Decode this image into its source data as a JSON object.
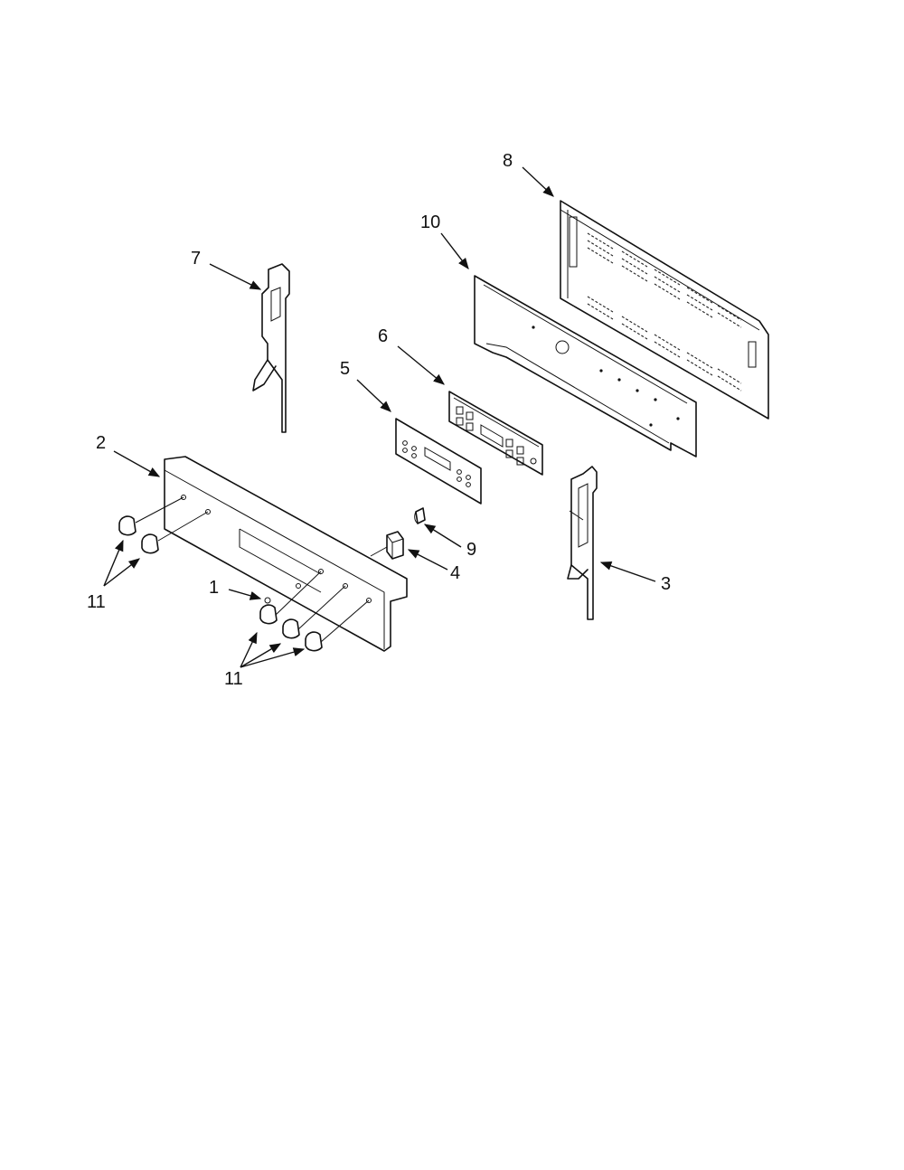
{
  "callouts": {
    "c1": "1",
    "c2": "2",
    "c3": "3",
    "c4": "4",
    "c5": "5",
    "c6": "6",
    "c7": "7",
    "c8": "8",
    "c9": "9",
    "c10": "10",
    "c11_left": "11",
    "c11_bottom": "11"
  },
  "colors": {
    "ink": "#111111",
    "paper": "#ffffff"
  }
}
